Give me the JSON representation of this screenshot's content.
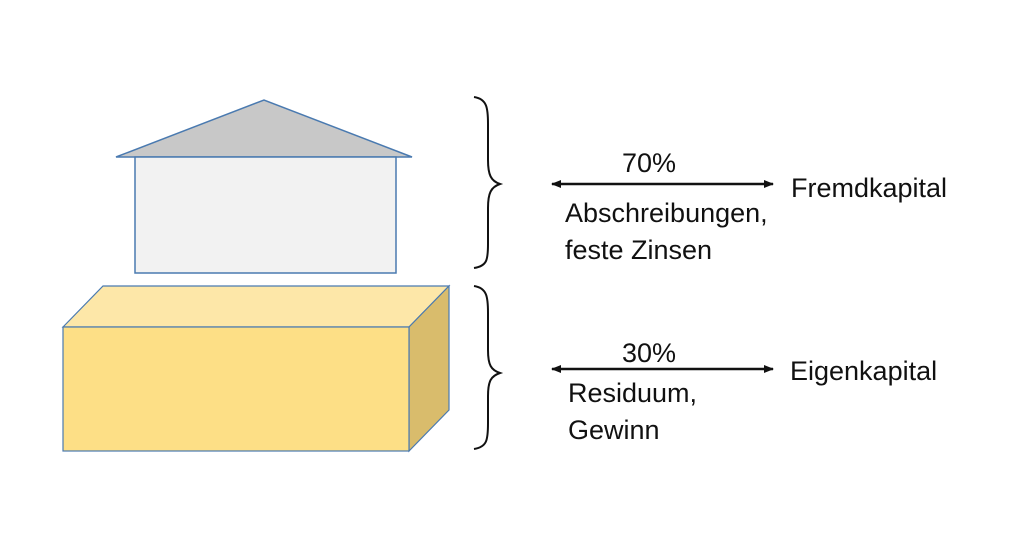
{
  "upper": {
    "percent": "70%",
    "capital": "Fremdkapital",
    "description_line1": "Abschreibungen,",
    "description_line2": "feste Zinsen"
  },
  "lower": {
    "percent": "30%",
    "capital": "Eigenkapital",
    "description_line1": "Residuum,",
    "description_line2": "Gewinn"
  },
  "colors": {
    "roof": "#c8c8c8",
    "house_body": "#f2f2f2",
    "outline": "#4a7ab0",
    "block_front": "#fddf86",
    "block_top": "#fde7a8",
    "block_side": "#d9bc6c",
    "stroke": "#111111"
  }
}
